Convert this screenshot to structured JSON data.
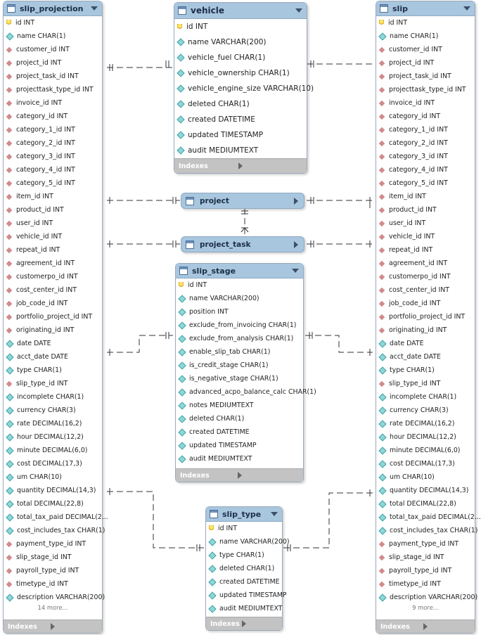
{
  "tables": {
    "slip_projection": {
      "name": "slip_projection",
      "columns": [
        {
          "text": "id INT",
          "kind": "pk"
        },
        {
          "text": "name CHAR(1)",
          "kind": "col"
        },
        {
          "text": "customer_id INT",
          "kind": "fk"
        },
        {
          "text": "project_id INT",
          "kind": "fk"
        },
        {
          "text": "project_task_id INT",
          "kind": "fk"
        },
        {
          "text": "projecttask_type_id INT",
          "kind": "fk"
        },
        {
          "text": "invoice_id INT",
          "kind": "fk"
        },
        {
          "text": "category_id INT",
          "kind": "fk"
        },
        {
          "text": "category_1_id INT",
          "kind": "fk"
        },
        {
          "text": "category_2_id INT",
          "kind": "fk"
        },
        {
          "text": "category_3_id INT",
          "kind": "fk"
        },
        {
          "text": "category_4_id INT",
          "kind": "fk"
        },
        {
          "text": "category_5_id INT",
          "kind": "fk"
        },
        {
          "text": "item_id INT",
          "kind": "fk"
        },
        {
          "text": "product_id INT",
          "kind": "fk"
        },
        {
          "text": "user_id INT",
          "kind": "fk"
        },
        {
          "text": "vehicle_id INT",
          "kind": "fk"
        },
        {
          "text": "repeat_id INT",
          "kind": "fk"
        },
        {
          "text": "agreement_id INT",
          "kind": "fk"
        },
        {
          "text": "customerpo_id INT",
          "kind": "fk"
        },
        {
          "text": "cost_center_id INT",
          "kind": "fk"
        },
        {
          "text": "job_code_id INT",
          "kind": "fk"
        },
        {
          "text": "portfolio_project_id INT",
          "kind": "fk"
        },
        {
          "text": "originating_id INT",
          "kind": "fk"
        },
        {
          "text": "date DATE",
          "kind": "col"
        },
        {
          "text": "acct_date DATE",
          "kind": "col"
        },
        {
          "text": "type CHAR(1)",
          "kind": "col"
        },
        {
          "text": "slip_type_id INT",
          "kind": "fk"
        },
        {
          "text": "incomplete CHAR(1)",
          "kind": "col"
        },
        {
          "text": "currency CHAR(3)",
          "kind": "col"
        },
        {
          "text": "rate DECIMAL(16,2)",
          "kind": "col"
        },
        {
          "text": "hour DECIMAL(12,2)",
          "kind": "col"
        },
        {
          "text": "minute DECIMAL(6,0)",
          "kind": "col"
        },
        {
          "text": "cost DECIMAL(17,3)",
          "kind": "col"
        },
        {
          "text": "um CHAR(10)",
          "kind": "col"
        },
        {
          "text": "quantity DECIMAL(14,3)",
          "kind": "col"
        },
        {
          "text": "total DECIMAL(22,8)",
          "kind": "col"
        },
        {
          "text": "total_tax_paid DECIMAL(2...",
          "kind": "col"
        },
        {
          "text": "cost_includes_tax CHAR(1)",
          "kind": "col"
        },
        {
          "text": "payment_type_id INT",
          "kind": "fk"
        },
        {
          "text": "slip_stage_id INT",
          "kind": "fk"
        },
        {
          "text": "payroll_type_id INT",
          "kind": "fk"
        },
        {
          "text": "timetype_id INT",
          "kind": "fk"
        },
        {
          "text": "description VARCHAR(200)",
          "kind": "col"
        }
      ],
      "more": "14 more...",
      "footer": "Indexes"
    },
    "slip": {
      "name": "slip",
      "columns": [
        {
          "text": "id INT",
          "kind": "pk"
        },
        {
          "text": "name CHAR(1)",
          "kind": "col"
        },
        {
          "text": "customer_id INT",
          "kind": "fk"
        },
        {
          "text": "project_id INT",
          "kind": "fk"
        },
        {
          "text": "project_task_id INT",
          "kind": "fk"
        },
        {
          "text": "projecttask_type_id INT",
          "kind": "fk"
        },
        {
          "text": "invoice_id INT",
          "kind": "fk"
        },
        {
          "text": "category_id INT",
          "kind": "fk"
        },
        {
          "text": "category_1_id INT",
          "kind": "fk"
        },
        {
          "text": "category_2_id INT",
          "kind": "fk"
        },
        {
          "text": "category_3_id INT",
          "kind": "fk"
        },
        {
          "text": "category_4_id INT",
          "kind": "fk"
        },
        {
          "text": "category_5_id INT",
          "kind": "fk"
        },
        {
          "text": "item_id INT",
          "kind": "fk"
        },
        {
          "text": "product_id INT",
          "kind": "fk"
        },
        {
          "text": "user_id INT",
          "kind": "fk"
        },
        {
          "text": "vehicle_id INT",
          "kind": "fk"
        },
        {
          "text": "repeat_id INT",
          "kind": "fk"
        },
        {
          "text": "agreement_id INT",
          "kind": "fk"
        },
        {
          "text": "customerpo_id INT",
          "kind": "fk"
        },
        {
          "text": "cost_center_id INT",
          "kind": "fk"
        },
        {
          "text": "job_code_id INT",
          "kind": "fk"
        },
        {
          "text": "portfolio_project_id INT",
          "kind": "fk"
        },
        {
          "text": "originating_id INT",
          "kind": "fk"
        },
        {
          "text": "date DATE",
          "kind": "col"
        },
        {
          "text": "acct_date DATE",
          "kind": "col"
        },
        {
          "text": "type CHAR(1)",
          "kind": "col"
        },
        {
          "text": "slip_type_id INT",
          "kind": "fk"
        },
        {
          "text": "incomplete CHAR(1)",
          "kind": "col"
        },
        {
          "text": "currency CHAR(3)",
          "kind": "col"
        },
        {
          "text": "rate DECIMAL(16,2)",
          "kind": "col"
        },
        {
          "text": "hour DECIMAL(12,2)",
          "kind": "col"
        },
        {
          "text": "minute DECIMAL(6,0)",
          "kind": "col"
        },
        {
          "text": "cost DECIMAL(17,3)",
          "kind": "col"
        },
        {
          "text": "um CHAR(10)",
          "kind": "col"
        },
        {
          "text": "quantity DECIMAL(14,3)",
          "kind": "col"
        },
        {
          "text": "total DECIMAL(22,8)",
          "kind": "col"
        },
        {
          "text": "total_tax_paid DECIMAL(2...",
          "kind": "col"
        },
        {
          "text": "cost_includes_tax CHAR(1)",
          "kind": "col"
        },
        {
          "text": "payment_type_id INT",
          "kind": "fk"
        },
        {
          "text": "slip_stage_id INT",
          "kind": "fk"
        },
        {
          "text": "payroll_type_id INT",
          "kind": "fk"
        },
        {
          "text": "timetype_id INT",
          "kind": "fk"
        },
        {
          "text": "description VARCHAR(200)",
          "kind": "col"
        }
      ],
      "more": "9 more...",
      "footer": "Indexes"
    },
    "vehicle": {
      "name": "vehicle",
      "columns": [
        {
          "text": "id INT",
          "kind": "pk"
        },
        {
          "text": "name VARCHAR(200)",
          "kind": "col"
        },
        {
          "text": "vehicle_fuel CHAR(1)",
          "kind": "col"
        },
        {
          "text": "vehicle_ownership CHAR(1)",
          "kind": "col"
        },
        {
          "text": "vehicle_engine_size VARCHAR(10)",
          "kind": "col"
        },
        {
          "text": "deleted CHAR(1)",
          "kind": "col"
        },
        {
          "text": "created DATETIME",
          "kind": "col"
        },
        {
          "text": "updated TIMESTAMP",
          "kind": "col"
        },
        {
          "text": "audit MEDIUMTEXT",
          "kind": "col"
        }
      ],
      "footer": "Indexes"
    },
    "slip_stage": {
      "name": "slip_stage",
      "columns": [
        {
          "text": "id INT",
          "kind": "pk"
        },
        {
          "text": "name VARCHAR(200)",
          "kind": "col"
        },
        {
          "text": "position INT",
          "kind": "col"
        },
        {
          "text": "exclude_from_invoicing CHAR(1)",
          "kind": "col"
        },
        {
          "text": "exclude_from_analysis CHAR(1)",
          "kind": "col"
        },
        {
          "text": "enable_slip_tab CHAR(1)",
          "kind": "col"
        },
        {
          "text": "is_credit_stage CHAR(1)",
          "kind": "col"
        },
        {
          "text": "is_negative_stage CHAR(1)",
          "kind": "col"
        },
        {
          "text": "advanced_acpo_balance_calc CHAR(1)",
          "kind": "col"
        },
        {
          "text": "notes MEDIUMTEXT",
          "kind": "col"
        },
        {
          "text": "deleted CHAR(1)",
          "kind": "col"
        },
        {
          "text": "created DATETIME",
          "kind": "col"
        },
        {
          "text": "updated TIMESTAMP",
          "kind": "col"
        },
        {
          "text": "audit MEDIUMTEXT",
          "kind": "col"
        }
      ],
      "footer": "Indexes"
    },
    "slip_type": {
      "name": "slip_type",
      "columns": [
        {
          "text": "id INT",
          "kind": "pk"
        },
        {
          "text": "name VARCHAR(200)",
          "kind": "col"
        },
        {
          "text": "type CHAR(1)",
          "kind": "col"
        },
        {
          "text": "deleted CHAR(1)",
          "kind": "col"
        },
        {
          "text": "created DATETIME",
          "kind": "col"
        },
        {
          "text": "updated TIMESTAMP",
          "kind": "col"
        },
        {
          "text": "audit MEDIUMTEXT",
          "kind": "col"
        }
      ],
      "footer": "Indexes"
    },
    "project": {
      "name": "project"
    },
    "project_task": {
      "name": "project_task"
    }
  },
  "colors": {
    "header": "#a9c6df",
    "line": "#333333",
    "footer": "#c3c3c3"
  }
}
